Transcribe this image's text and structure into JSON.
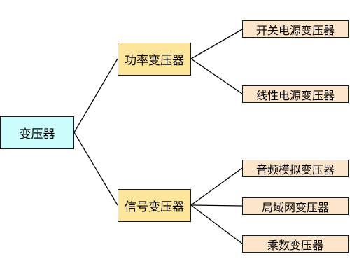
{
  "colors": {
    "root_fill": "#ccfcfc",
    "level1_fill": "#fde59c",
    "leaf_fill": "#fde5cc",
    "line": "#000000"
  },
  "root": {
    "label": "变压器"
  },
  "branches": [
    {
      "label": "功率变压器",
      "children": [
        "开关电源变压器",
        "线性电源变压器"
      ]
    },
    {
      "label": "信号变压器",
      "children": [
        "音频模拟变压器",
        "局域网变压器",
        "乘数变压器"
      ]
    }
  ]
}
